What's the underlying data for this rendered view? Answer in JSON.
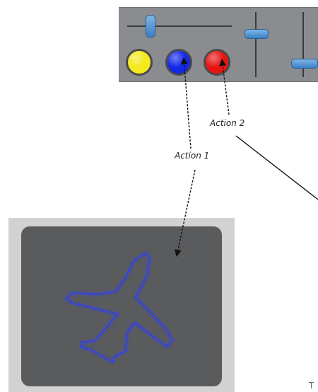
{
  "controls": {
    "buttons": [
      {
        "name": "yellow-button",
        "color": "#f4e81e"
      },
      {
        "name": "blue-button",
        "color": "#1428e8"
      },
      {
        "name": "red-button",
        "color": "#e81414"
      }
    ],
    "slider_accent": "#4a8fd4"
  },
  "annotations": {
    "action_1": "Action 1",
    "action_2": "Action 2"
  },
  "plane": {
    "icon": "airplane-icon",
    "outline_color": "#2b3dff"
  },
  "corner_text": "T"
}
